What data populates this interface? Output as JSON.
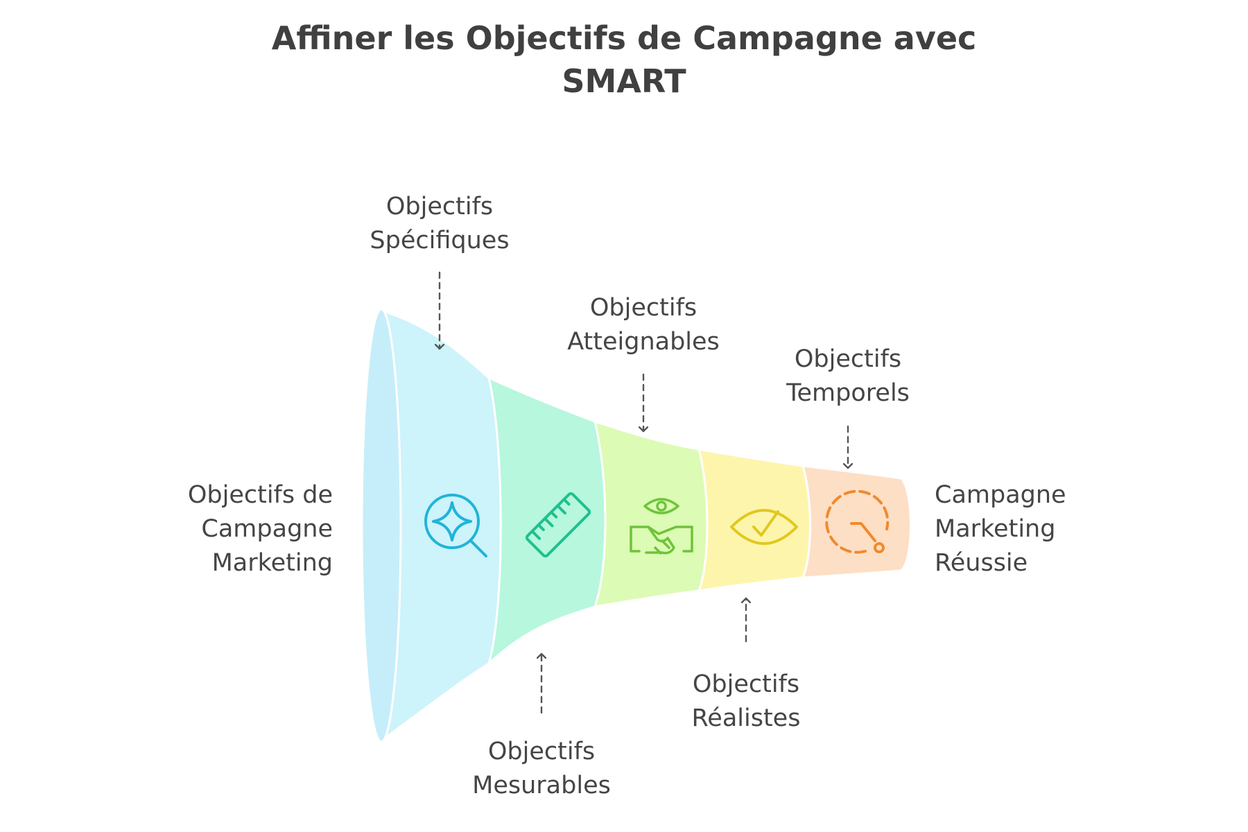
{
  "title": {
    "line1": "Affiner les Objectifs de Campagne avec",
    "line2": "SMART"
  },
  "input_label": [
    "Objectifs de",
    "Campagne",
    "Marketing"
  ],
  "output_label": [
    "Campagne",
    "Marketing",
    "Réussie"
  ],
  "stages": [
    {
      "label": [
        "Objectifs",
        "Spécifiques"
      ],
      "icon": "magnifier-sparkle-icon",
      "color": "#cdf3fb",
      "stroke": "#20b4d8"
    },
    {
      "label": [
        "Objectifs",
        "Mesurables"
      ],
      "icon": "ruler-icon",
      "color": "#b6f7de",
      "stroke": "#1fc08e"
    },
    {
      "label": [
        "Objectifs",
        "Atteignables"
      ],
      "icon": "handshake-eye-icon",
      "color": "#dcfbb4",
      "stroke": "#6ec43a"
    },
    {
      "label": [
        "Objectifs",
        "Réalistes"
      ],
      "icon": "eye-check-icon",
      "color": "#fef5ad",
      "stroke": "#e1c81e"
    },
    {
      "label": [
        "Objectifs",
        "Temporels"
      ],
      "icon": "clock-timer-icon",
      "color": "#fddfc5",
      "stroke": "#f08a2e"
    }
  ],
  "mouth_color": "#c6eefa"
}
